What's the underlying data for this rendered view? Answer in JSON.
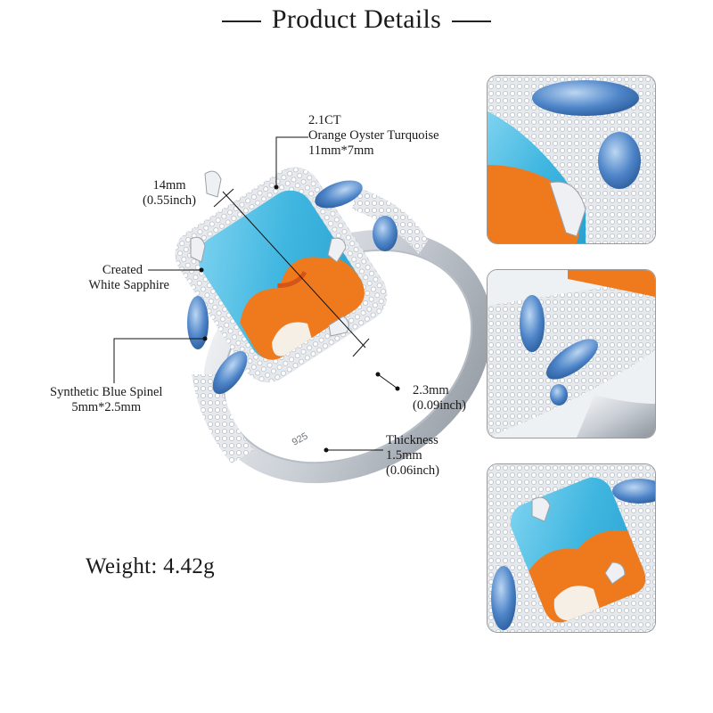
{
  "header": {
    "title": "Product Details"
  },
  "specs": {
    "main_stone": {
      "carat": "2.1CT",
      "name": "Orange Oyster Turquoise",
      "size": "11mm*7mm"
    },
    "length": {
      "mm": "14mm",
      "inch": "(0.55inch)"
    },
    "side_stone_white": {
      "line1": "Created",
      "line2": "White Sapphire"
    },
    "side_stone_blue": {
      "name": "Synthetic Blue Spinel",
      "size": "5mm*2.5mm"
    },
    "band_width": {
      "mm": "2.3mm",
      "inch": "(0.09inch)"
    },
    "thickness": {
      "label": "Thickness",
      "mm": "1.5mm",
      "inch": "(0.06inch)"
    },
    "stamp": "925"
  },
  "weight": "Weight: 4.42g",
  "colors": {
    "turquoise": "#3fb6e0",
    "oyster_orange": "#ef7a1e",
    "spinel_blue": "#4f86c9",
    "silver": "#d9dde2",
    "frame": "#9a9a9a"
  },
  "thumbnails": [
    {
      "view": "closeup-side-stones"
    },
    {
      "view": "closeup-blue-spinel-cluster"
    },
    {
      "view": "closeup-main-stone"
    }
  ]
}
